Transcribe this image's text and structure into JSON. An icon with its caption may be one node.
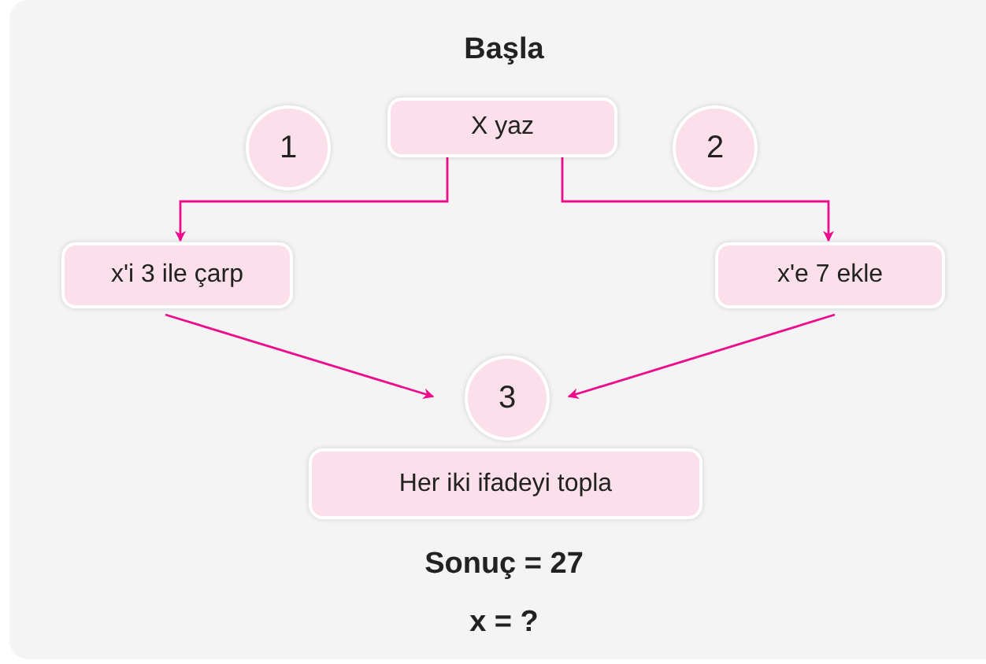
{
  "diagram": {
    "title": "Başla",
    "nodes": [
      {
        "text": [
          "X yaz"
        ]
      },
      {
        "text": [
          "1"
        ]
      },
      {
        "text": [
          "2"
        ]
      },
      {
        "text": [
          "x'i 3 ile çarp"
        ]
      },
      {
        "text": [
          "x'e 7 ekle"
        ]
      },
      {
        "text": [
          "3"
        ]
      },
      {
        "text": [
          "Her iki ifadeyi topla"
        ]
      }
    ],
    "edges": [
      {
        "from": 0,
        "to": 3,
        "arrow": "to"
      },
      {
        "from": 0,
        "to": 4,
        "arrow": "to"
      },
      {
        "from": 3,
        "to": 5,
        "arrow": "to"
      },
      {
        "from": 4,
        "to": 5,
        "arrow": "to"
      }
    ],
    "labels": [
      "Sonuç = 27",
      "x = ?"
    ]
  }
}
